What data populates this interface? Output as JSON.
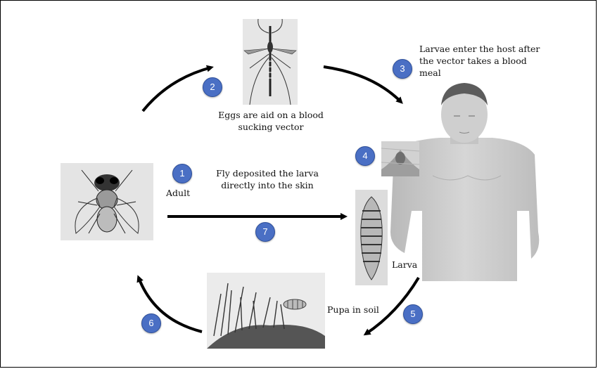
{
  "steps": [
    {
      "num": "1",
      "text": "Adult"
    },
    {
      "num": "2",
      "text": "Eggs are aid on a blood sucking vector"
    },
    {
      "num": "3",
      "text": "Larvae enter the host after the vector takes a blood meal"
    },
    {
      "num": "4",
      "text": ""
    },
    {
      "num": "5",
      "text": "Pupa in soil"
    },
    {
      "num": "6",
      "text": ""
    },
    {
      "num": "7",
      "text": "Fly deposited the larva directly into the skin"
    }
  ],
  "larva_label": "Larva",
  "colors": {
    "badge": "#4a6fc4",
    "arrow": "#000000",
    "human": "#c8c8c8"
  },
  "icons": [
    "fly-illustration",
    "mosquito-illustration",
    "human-figure",
    "larva-illustration",
    "skin-lesion-illustration",
    "soil-grass-illustration"
  ]
}
